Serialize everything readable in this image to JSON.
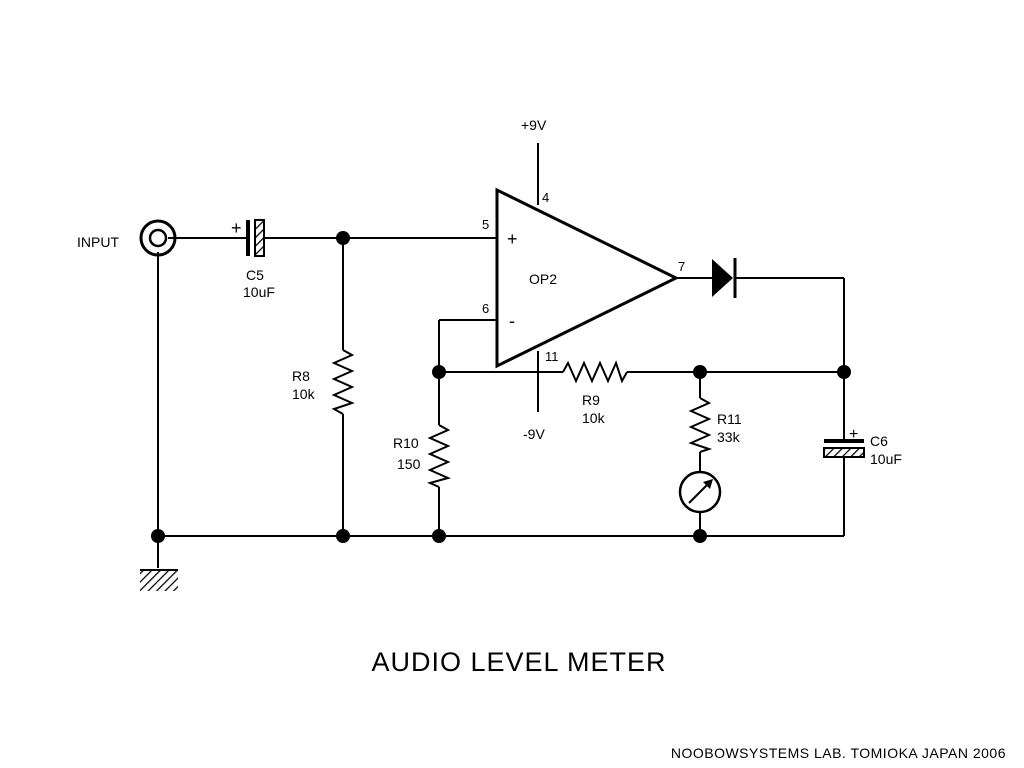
{
  "labels": {
    "input": "INPUT",
    "supply_pos": "+9V",
    "supply_neg": "-9V",
    "opamp": "OP2",
    "pin4": "4",
    "pin5": "5",
    "pin6": "6",
    "pin7": "7",
    "pin11": "11",
    "plus_sign": "+",
    "minus_sign": "-",
    "cap_plus": "+"
  },
  "components": {
    "c5": {
      "ref": "C5",
      "value": "10uF"
    },
    "r8": {
      "ref": "R8",
      "value": "10k"
    },
    "r9": {
      "ref": "R9",
      "value": "10k"
    },
    "r10": {
      "ref": "R10",
      "value": "150"
    },
    "r11": {
      "ref": "R11",
      "value": "33k"
    },
    "c6": {
      "ref": "C6",
      "value": "10uF"
    }
  },
  "title": "AUDIO LEVEL METER",
  "credit": "NOOBOWSYSTEMS LAB. TOMIOKA JAPAN 2006"
}
